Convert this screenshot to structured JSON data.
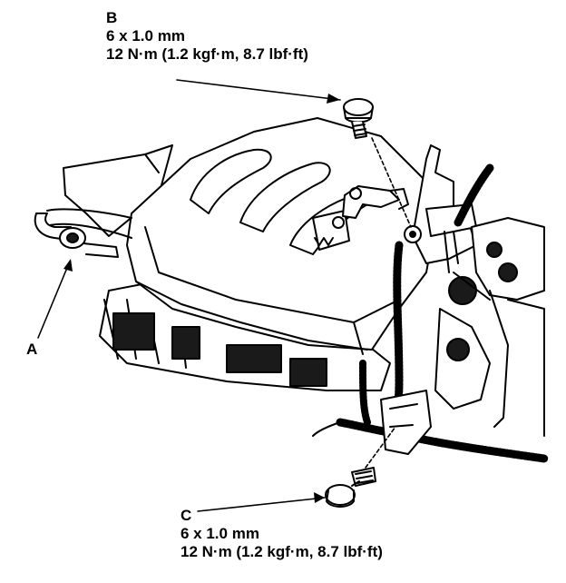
{
  "callouts": {
    "a": {
      "letter": "A"
    },
    "b": {
      "letter": "B",
      "size": "6 x 1.0 mm",
      "torque": "12 N·m (1.2 kgf·m, 8.7 lbf·ft)"
    },
    "c": {
      "letter": "C",
      "size": "6 x 1.0 mm",
      "torque": "12 N·m (1.2 kgf·m, 8.7 lbf·ft)"
    }
  },
  "colors": {
    "ink": "#000000",
    "paper": "#ffffff",
    "shade": "#1a1a1a"
  }
}
